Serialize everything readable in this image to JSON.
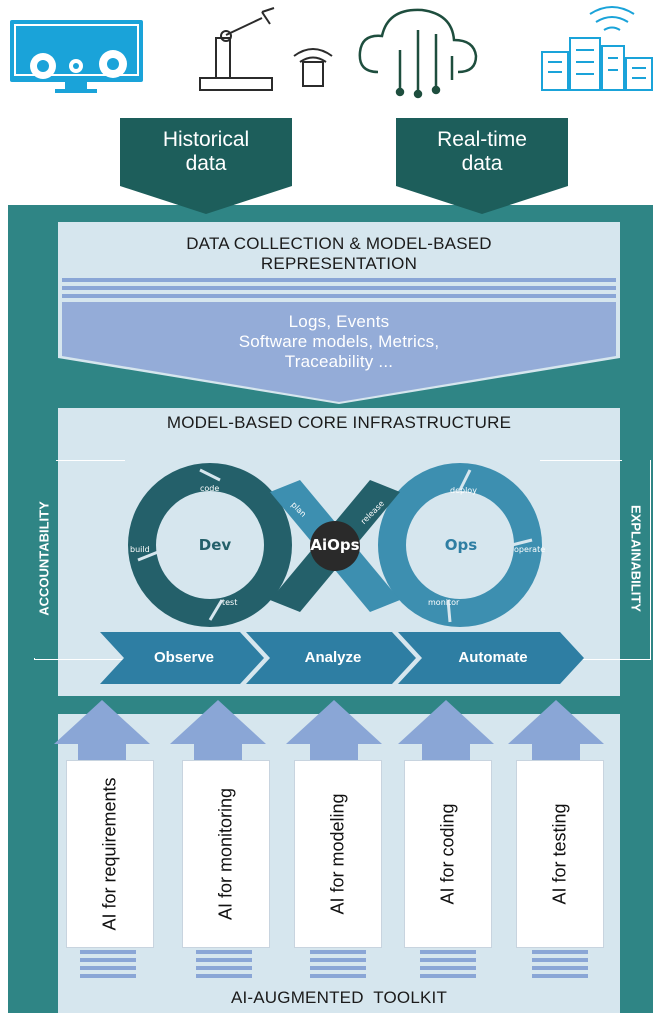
{
  "top_icons": [
    {
      "name": "monitor-gears-icon"
    },
    {
      "name": "robot-arm-icon"
    },
    {
      "name": "cloud-circuit-icon"
    },
    {
      "name": "smart-city-icon"
    }
  ],
  "inputs": {
    "historical": "Historical data",
    "historical_l1": "Historical",
    "historical_l2": "data",
    "realtime_l1": "Real-time",
    "realtime_l2": "data"
  },
  "data_collection": {
    "title_l1": "DATA COLLECTION & MODEL-BASED",
    "title_l2": "REPRESENTATION",
    "item_l1": "Logs, Events",
    "item_l2": "Software models, Metrics,",
    "item_l3": "Traceability ..."
  },
  "core": {
    "title": "MODEL-BASED CORE INFRASTRUCTURE",
    "left_label": "ACCOUNTABILITY",
    "right_label": "EXPLAINABILITY",
    "loop": {
      "dev": "Dev",
      "ops": "Ops",
      "center": "AiOps",
      "code": "code",
      "build": "build",
      "test": "test",
      "plan": "plan",
      "release": "release",
      "deploy": "deploy",
      "operate": "operate",
      "monitor": "monitor"
    },
    "steps": [
      "Observe",
      "Analyze",
      "Automate"
    ]
  },
  "toolkit": {
    "title": "AI-AUGMENTED  TOOLKIT",
    "items": [
      "AI for requirements",
      "AI for monitoring",
      "AI for modeling",
      "AI for coding",
      "AI for testing"
    ]
  },
  "colors": {
    "teal_dark": "#1d5e5b",
    "teal_bg": "#2f8585",
    "panel_light": "#d6e6ee",
    "stripe_blue": "#8aa6d6",
    "chevron_blue": "#2e7ea3",
    "loop_blue": "#3d8fb0",
    "loop_dark": "#24606a",
    "icon_blue": "#1aa3d9"
  }
}
